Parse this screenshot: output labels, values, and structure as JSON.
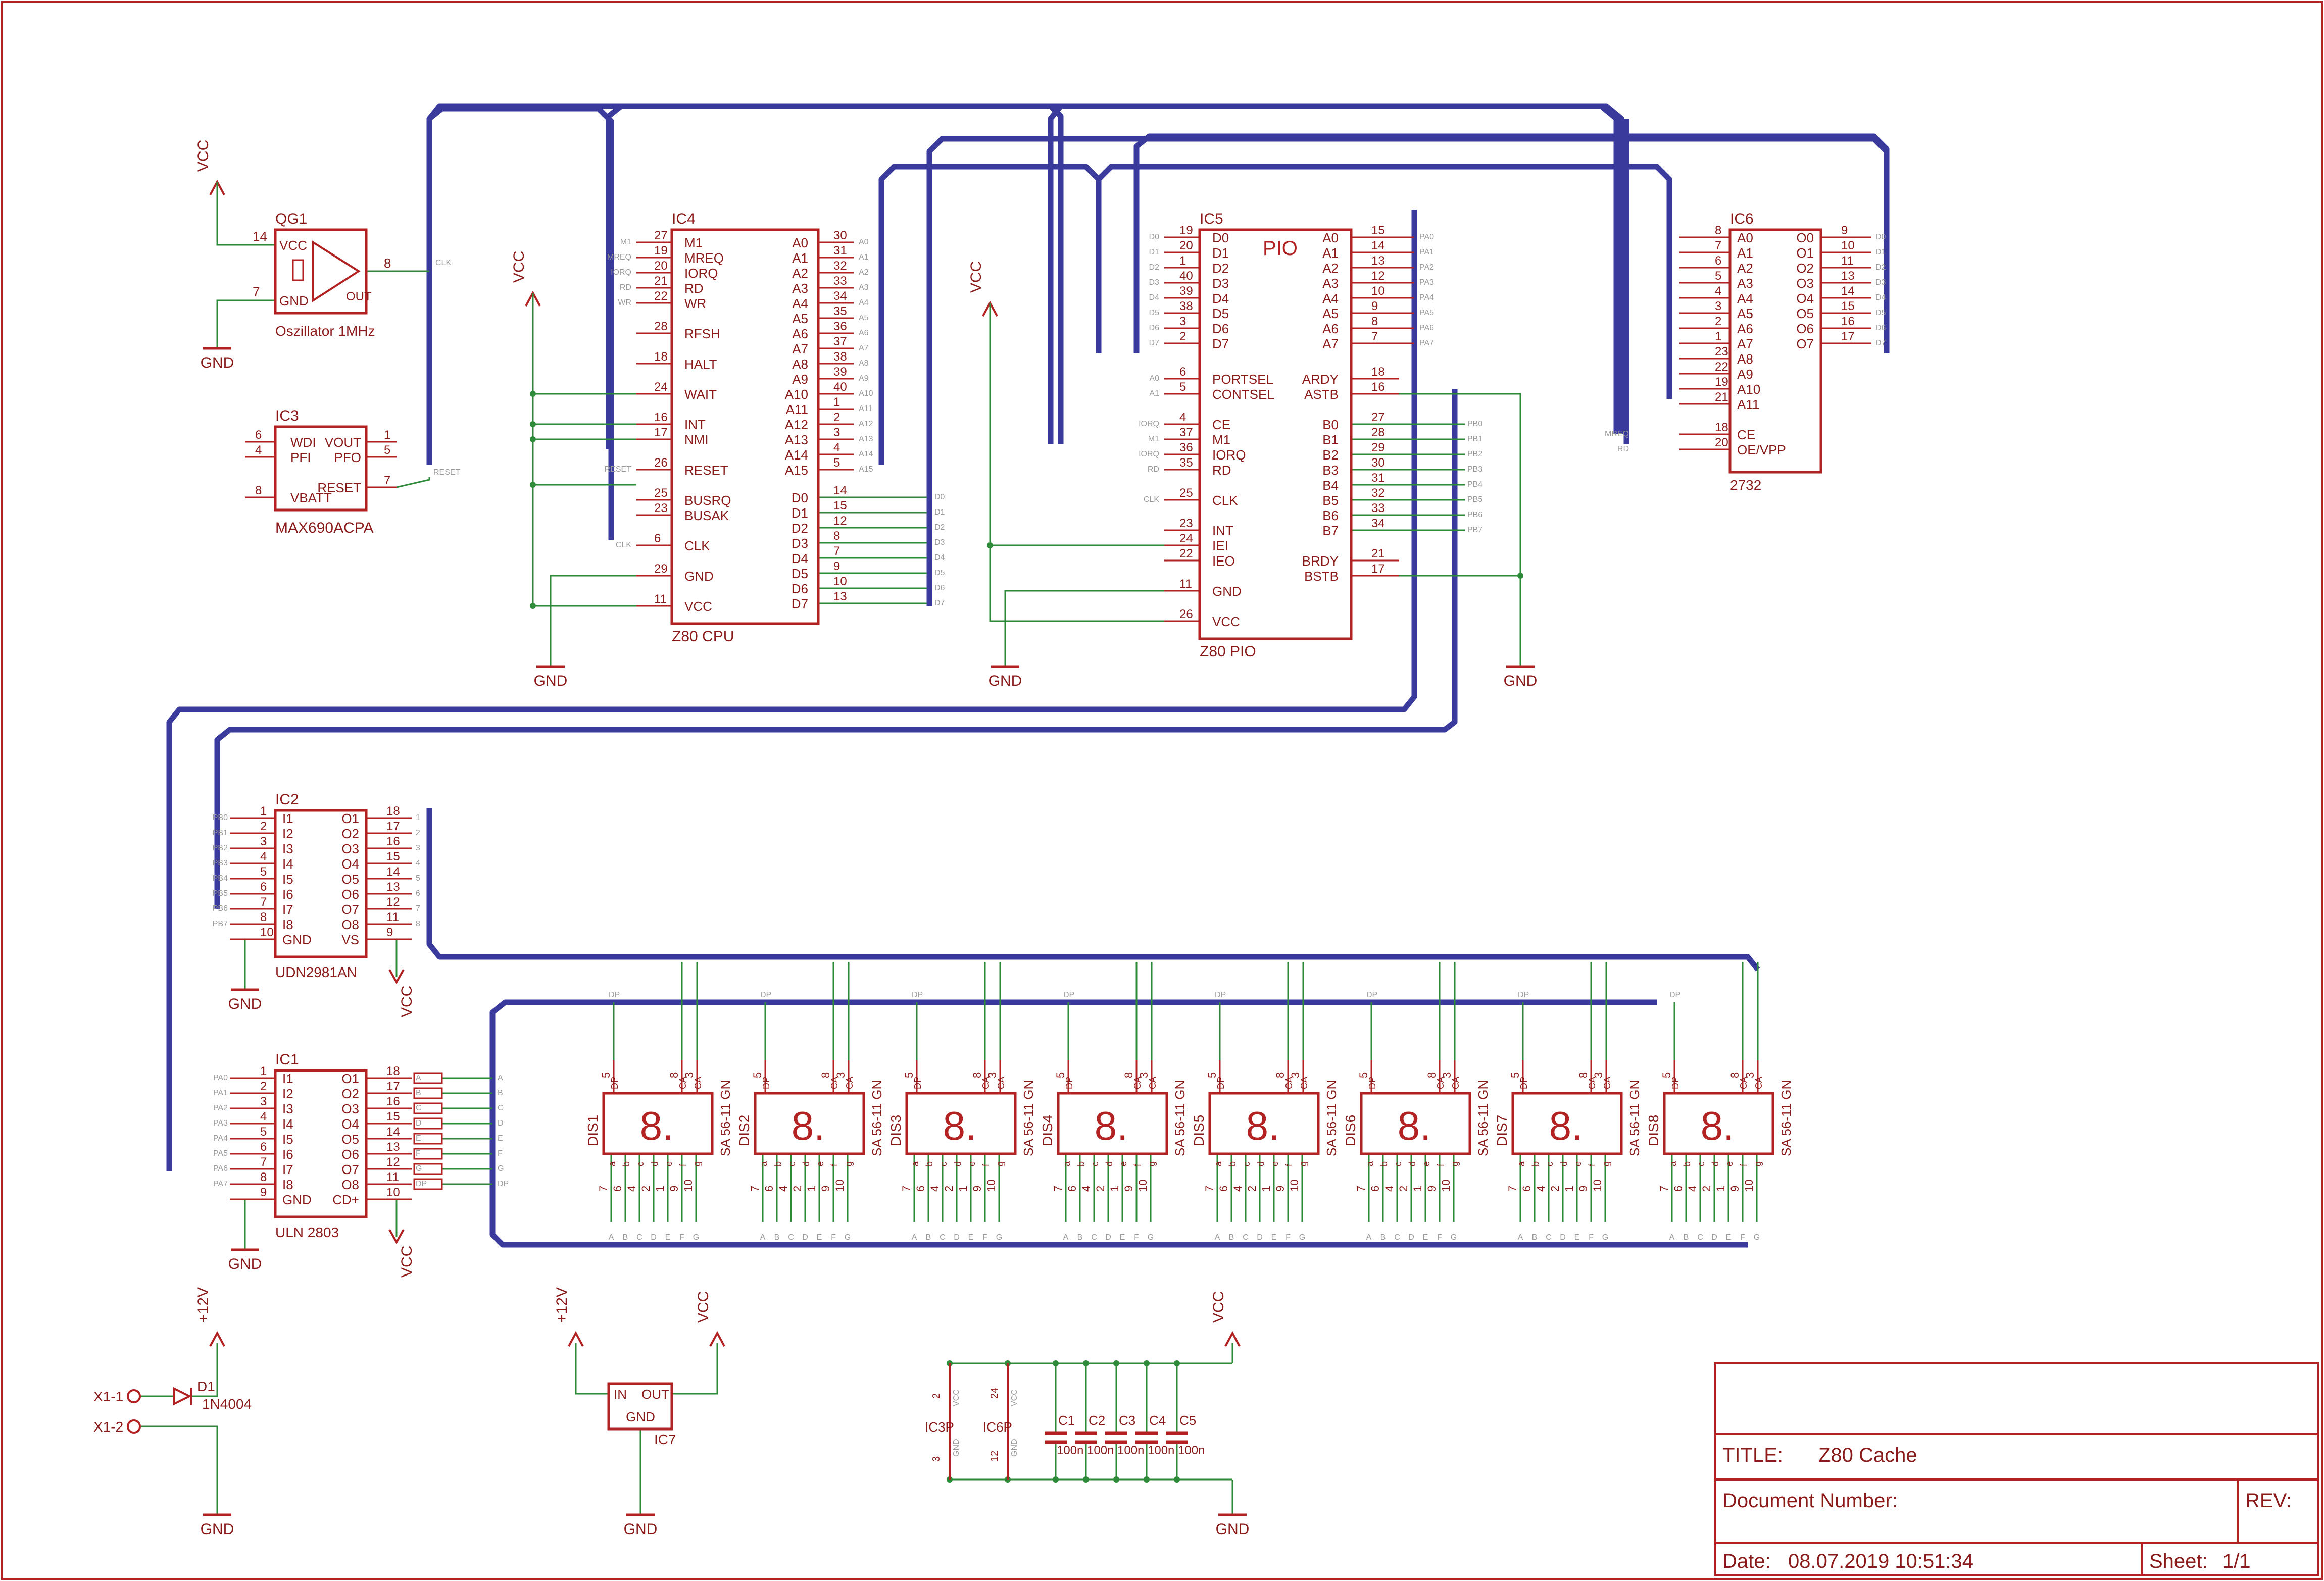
{
  "title_block": {
    "title_label": "TITLE:",
    "title_value": "Z80 Cache",
    "docnum_label": "Document Number:",
    "rev_label": "REV:",
    "date_label": "Date:",
    "date_value": "08.07.2019 10:51:34",
    "sheet_label": "Sheet:",
    "sheet_value": "1/1"
  },
  "colors": {
    "part": "#b22222",
    "wire": "#2e8b3a",
    "bus": "#3a3a9c",
    "text": "#8b1a1a",
    "label": "#999999"
  },
  "common": {
    "vcc": "VCC",
    "gnd": "GND",
    "v12": "+12V"
  },
  "qg1": {
    "name": "QG1",
    "value": "Oszillator 1MHz",
    "pins": {
      "vcc": "VCC",
      "gnd": "GND",
      "out": "OUT"
    },
    "pin_numbers": {
      "vcc": "14",
      "gnd": "7",
      "out": "8"
    },
    "net_out": "CLK"
  },
  "ic3": {
    "name": "IC3",
    "value": "MAX690ACPA",
    "left_pins": [
      "WDI",
      "PFI",
      "VBATT"
    ],
    "left_numbers": [
      "6",
      "4",
      "8"
    ],
    "right_pins": [
      "VOUT",
      "PFO",
      "RESET"
    ],
    "right_numbers": [
      "1",
      "5",
      "7"
    ],
    "net_reset": "RESET"
  },
  "ic4": {
    "name": "IC4",
    "value": "Z80 CPU",
    "left_pins": [
      "M1",
      "MREQ",
      "IORQ",
      "RD",
      "WR",
      "RFSH",
      "HALT",
      "WAIT",
      "INT",
      "NMI",
      "RESET",
      "BUSRQ",
      "BUSAK",
      "CLK",
      "GND",
      "VCC"
    ],
    "left_numbers": [
      "27",
      "19",
      "20",
      "21",
      "22",
      "28",
      "18",
      "24",
      "16",
      "17",
      "26",
      "25",
      "23",
      "6",
      "29",
      "11"
    ],
    "left_nets": [
      "M1",
      "MREQ",
      "IORQ",
      "RD",
      "WR",
      "",
      "",
      "",
      "",
      "",
      "RESET",
      "",
      "",
      "CLK",
      "",
      ""
    ],
    "addr_pins": [
      "A0",
      "A1",
      "A2",
      "A3",
      "A4",
      "A5",
      "A6",
      "A7",
      "A8",
      "A9",
      "A10",
      "A11",
      "A12",
      "A13",
      "A14",
      "A15"
    ],
    "addr_numbers": [
      "30",
      "31",
      "32",
      "33",
      "34",
      "35",
      "36",
      "37",
      "38",
      "39",
      "40",
      "1",
      "2",
      "3",
      "4",
      "5"
    ],
    "data_pins": [
      "D0",
      "D1",
      "D2",
      "D3",
      "D4",
      "D5",
      "D6",
      "D7"
    ],
    "data_numbers": [
      "14",
      "15",
      "12",
      "8",
      "7",
      "9",
      "10",
      "13"
    ]
  },
  "ic5": {
    "name": "IC5",
    "value": "Z80 PIO",
    "big": "PIO",
    "data_pins": [
      "D0",
      "D1",
      "D2",
      "D3",
      "D4",
      "D5",
      "D6",
      "D7"
    ],
    "data_numbers": [
      "19",
      "20",
      "1",
      "40",
      "39",
      "38",
      "3",
      "2"
    ],
    "ctrl_pins": [
      "PORTSEL",
      "CONTSEL",
      "CE",
      "M1",
      "IORQ",
      "RD",
      "CLK",
      "INT",
      "IEI",
      "IEO",
      "GND",
      "VCC"
    ],
    "ctrl_numbers": [
      "6",
      "5",
      "4",
      "37",
      "36",
      "35",
      "25",
      "23",
      "24",
      "22",
      "11",
      "26"
    ],
    "ctrl_nets": [
      "A0",
      "A1",
      "IORQ",
      "M1",
      "IORQ",
      "RD",
      "CLK",
      "",
      "",
      "",
      "",
      ""
    ],
    "a_pins": [
      "A0",
      "A1",
      "A2",
      "A3",
      "A4",
      "A5",
      "A6",
      "A7"
    ],
    "a_numbers": [
      "15",
      "14",
      "13",
      "12",
      "10",
      "9",
      "8",
      "7"
    ],
    "a_nets": [
      "PA0",
      "PA1",
      "PA2",
      "PA3",
      "PA4",
      "PA5",
      "PA6",
      "PA7"
    ],
    "mid_pins": [
      "ARDY",
      "ASTB"
    ],
    "mid_numbers": [
      "18",
      "16"
    ],
    "b_pins": [
      "B0",
      "B1",
      "B2",
      "B3",
      "B4",
      "B5",
      "B6",
      "B7"
    ],
    "b_numbers": [
      "27",
      "28",
      "29",
      "30",
      "31",
      "32",
      "33",
      "34"
    ],
    "b_nets": [
      "PB0",
      "PB1",
      "PB2",
      "PB3",
      "PB4",
      "PB5",
      "PB6",
      "PB7"
    ],
    "bot_pins": [
      "BRDY",
      "BSTB"
    ],
    "bot_numbers": [
      "21",
      "17"
    ]
  },
  "ic6": {
    "name": "IC6",
    "value": "2732",
    "a_pins": [
      "A0",
      "A1",
      "A2",
      "A3",
      "A4",
      "A5",
      "A6",
      "A7",
      "A8",
      "A9",
      "A10",
      "A11"
    ],
    "a_numbers": [
      "8",
      "7",
      "6",
      "5",
      "4",
      "3",
      "2",
      "1",
      "23",
      "22",
      "19",
      "21"
    ],
    "o_pins": [
      "O0",
      "O1",
      "O2",
      "O3",
      "O4",
      "O5",
      "O6",
      "O7"
    ],
    "o_numbers": [
      "9",
      "10",
      "11",
      "13",
      "14",
      "15",
      "16",
      "17"
    ],
    "o_nets": [
      "D0",
      "D1",
      "D2",
      "D3",
      "D4",
      "D5",
      "D6",
      "D7"
    ],
    "ctrl_pins": [
      "CE",
      "OE/VPP"
    ],
    "ctrl_numbers": [
      "18",
      "20"
    ],
    "ctrl_nets": [
      "MREQ",
      "RD"
    ]
  },
  "ic2": {
    "name": "IC2",
    "value": "UDN2981AN",
    "in_pins": [
      "I1",
      "I2",
      "I3",
      "I4",
      "I5",
      "I6",
      "I7",
      "I8",
      "GND"
    ],
    "in_numbers": [
      "1",
      "2",
      "3",
      "4",
      "5",
      "6",
      "7",
      "8",
      "10"
    ],
    "in_nets": [
      "PB0",
      "PB1",
      "PB2",
      "PB3",
      "PB4",
      "PB5",
      "PB6",
      "PB7",
      ""
    ],
    "out_pins": [
      "O1",
      "O2",
      "O3",
      "O4",
      "O5",
      "O6",
      "O7",
      "O8",
      "VS"
    ],
    "out_numbers": [
      "18",
      "17",
      "16",
      "15",
      "14",
      "13",
      "12",
      "11",
      "9"
    ],
    "out_nets": [
      "1",
      "2",
      "3",
      "4",
      "5",
      "6",
      "7",
      "8",
      ""
    ]
  },
  "ic1": {
    "name": "IC1",
    "value": "ULN 2803",
    "in_pins": [
      "I1",
      "I2",
      "I3",
      "I4",
      "I5",
      "I6",
      "I7",
      "I8",
      "GND"
    ],
    "in_numbers": [
      "1",
      "2",
      "3",
      "4",
      "5",
      "6",
      "7",
      "8",
      "9"
    ],
    "in_nets": [
      "PA0",
      "PA1",
      "PA2",
      "PA3",
      "PA4",
      "PA5",
      "PA6",
      "PA7",
      ""
    ],
    "out_pins": [
      "O1",
      "O2",
      "O3",
      "O4",
      "O5",
      "O6",
      "O7",
      "O8",
      "CD+"
    ],
    "out_numbers": [
      "18",
      "17",
      "16",
      "15",
      "14",
      "13",
      "12",
      "11",
      "10"
    ],
    "out_nets": [
      "A",
      "B",
      "C",
      "D",
      "E",
      "F",
      "G",
      "DP"
    ]
  },
  "displays": {
    "names": [
      "DIS1",
      "DIS2",
      "DIS3",
      "DIS4",
      "DIS5",
      "DIS6",
      "DIS7",
      "DIS8"
    ],
    "part": "SA 56-11 GN",
    "glyph": "8.",
    "top_pins": [
      "DP",
      "CA",
      "CA"
    ],
    "top_numbers": [
      "5",
      "8",
      "3"
    ],
    "bottom_pins": [
      "a",
      "b",
      "c",
      "d",
      "e",
      "f",
      "g"
    ],
    "bottom_numbers": [
      "7",
      "6",
      "4",
      "2",
      "1",
      "9",
      "10"
    ],
    "bottom_nets": [
      "A",
      "B",
      "C",
      "D",
      "E",
      "F",
      "G"
    ],
    "top_net_dp": "DP"
  },
  "d1": {
    "name": "D1",
    "value": "1N4004",
    "x1_1": "X1-1",
    "x1_2": "X1-2"
  },
  "ic7": {
    "name": "IC7",
    "in": "IN",
    "out": "OUT",
    "gnd": "GND"
  },
  "power": {
    "ic3p": "IC3P",
    "ic6p": "IC6P",
    "ic3p_pins": [
      "2",
      "3"
    ],
    "ic6p_pins": [
      "24",
      "12"
    ],
    "ic3p_labels": [
      "VCC",
      "GND"
    ],
    "ic6p_labels": [
      "VCC",
      "GND"
    ],
    "caps": [
      "C1",
      "C2",
      "C3",
      "C4",
      "C5"
    ],
    "cap_value": "100n"
  }
}
